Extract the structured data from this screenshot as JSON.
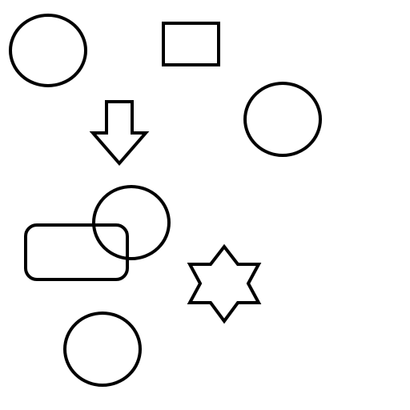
{
  "stroke_color": "#000000",
  "background_color": "#ffffff",
  "shapes": [
    {
      "id": "circle-top-left",
      "type": "circle"
    },
    {
      "id": "rectangle-top",
      "type": "rectangle"
    },
    {
      "id": "circle-right",
      "type": "circle"
    },
    {
      "id": "down-arrow",
      "type": "arrow",
      "direction": "down"
    },
    {
      "id": "circle-middle",
      "type": "circle"
    },
    {
      "id": "rounded-rectangle",
      "type": "rounded-rectangle"
    },
    {
      "id": "six-point-star",
      "type": "star",
      "points": 6
    },
    {
      "id": "circle-bottom",
      "type": "circle"
    }
  ]
}
